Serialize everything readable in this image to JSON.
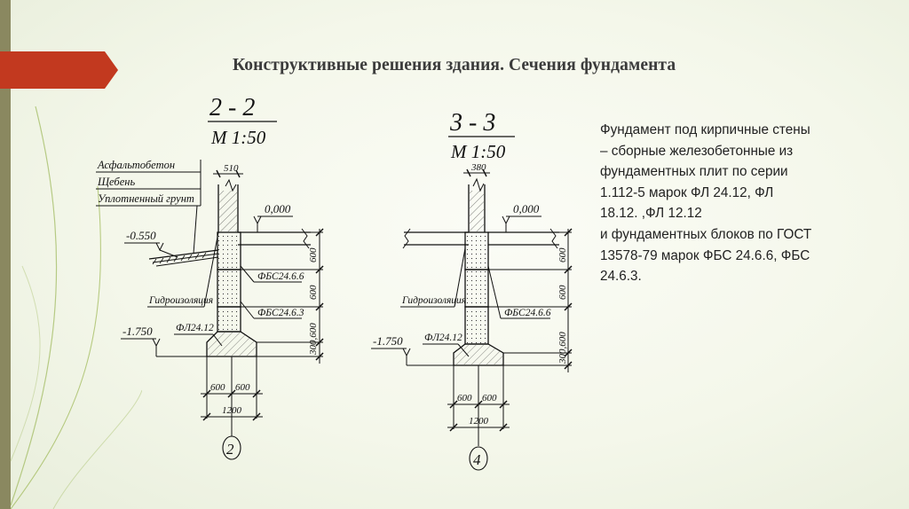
{
  "title": "Конструктивные решения здания. Сечения фундамента",
  "description_lines": [
    "Фундамент под кирпичные стены",
    "– сборные железобетонные из",
    "фундаментных плит по серии",
    "1.112-5 марок  ФЛ 24.12, ФЛ",
    "18.12. ,ФЛ 12.12",
    " и фундаментных блоков по ГОСТ",
    "13578-79 марок ФБС 24.6.6, ФБС",
    "24.6.3."
  ],
  "section_2": {
    "name": "2 - 2",
    "scale": "М  1:50",
    "layers": [
      "Асфальтобетон",
      "Щебень",
      "Уплотненный грунт"
    ],
    "wall_width": "510",
    "level_top": "0,000",
    "level_ground": "-0.550",
    "level_bottom": "-1.750",
    "waterproofing": "Гидроизоляция",
    "block_1": "ФБС24.6.6",
    "block_2": "ФБС24.6.3",
    "footing": "ФЛ24.12",
    "dim_600_a": "600",
    "dim_600_b": "600",
    "dim_300_600": "300,600",
    "dim_left": "600",
    "dim_right": "600",
    "dim_total": "1200",
    "axis": "2"
  },
  "section_3": {
    "name": "3 - 3",
    "scale": "М  1:50",
    "wall_width": "380",
    "level_top": "0,000",
    "level_bottom": "-1.750",
    "waterproofing": "Гидроизоляция",
    "block_1": "ФБС24.6.6",
    "footing": "ФЛ24.12",
    "dim_600_a": "600",
    "dim_600_b": "600",
    "dim_300_600": "300,600",
    "dim_left": "600",
    "dim_right": "600",
    "dim_total": "1200",
    "axis": "4"
  },
  "colors": {
    "accent": "#c2391f",
    "side_bar": "#8a8860",
    "decor_line": "#8fae3c",
    "text": "#222222"
  }
}
